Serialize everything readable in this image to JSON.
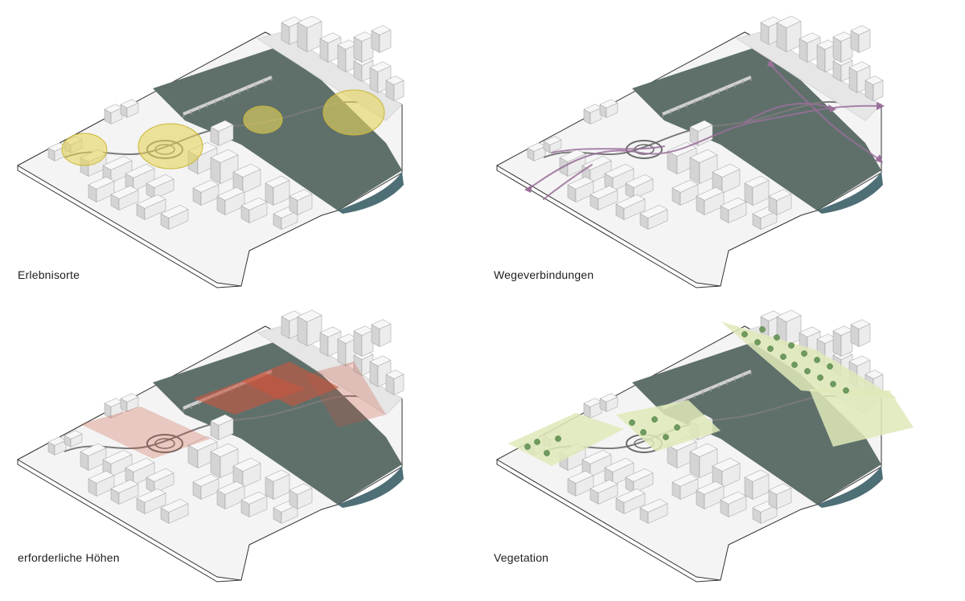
{
  "panels": [
    {
      "caption": "Erlebnisorte",
      "overlay": "experience-sites"
    },
    {
      "caption": "Wegeverbindungen",
      "overlay": "path-connections"
    },
    {
      "caption": "erforderliche Höhen",
      "overlay": "required-heights"
    },
    {
      "caption": "Vegetation",
      "overlay": "vegetation"
    }
  ],
  "colors": {
    "water": "#5f706b",
    "river_edge": "#4f6f76",
    "ground": "#f4f4f4",
    "building": "#e4e4e4",
    "highlight_yellow": "#e6d45a",
    "path_purple": "#9a6f9a",
    "height_red": "#c9553d",
    "vegetation_green": "#dfe9b8",
    "tree_green": "#6e9a5e"
  }
}
